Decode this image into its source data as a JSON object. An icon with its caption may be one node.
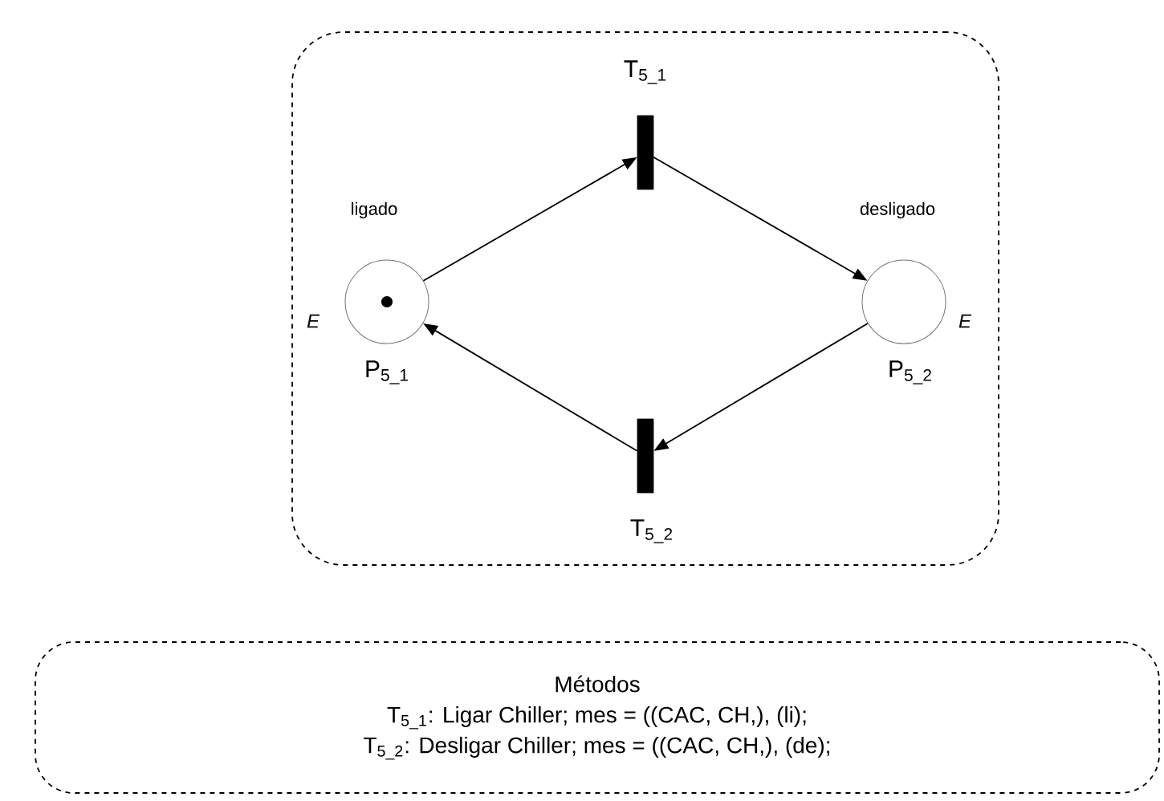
{
  "diagram": {
    "nodes": [
      {
        "text": [],
        "shape": "box"
      },
      {
        "text": [],
        "shape": "circle",
        "in": 0,
        "beside": [
          "ligado",
          "E",
          "P$_{5_1}$"
        ]
      },
      {
        "text": [],
        "shape": "bar",
        "in": 0,
        "beside": [
          "T$_{5_1}$"
        ]
      },
      {
        "text": [],
        "shape": "circle",
        "in": 0,
        "beside": [
          "desligado",
          "E",
          "P$_{5_2}$"
        ]
      },
      {
        "text": [],
        "shape": "bar",
        "in": 0,
        "beside": [
          "T$_{5_2}$"
        ]
      },
      {
        "text": [
          "Métodos",
          "T$_{5_1}$: Ligar Chiller; mes = ((CAC, CH,), (li);",
          "T$_{5_2}$: Desligar Chiller; mes = ((CAC, CH,), (de);"
        ]
      }
    ],
    "edges": [
      {
        "from": 1,
        "to": 2,
        "arrow": "to"
      },
      {
        "from": 2,
        "to": 3,
        "arrow": "to"
      },
      {
        "from": 3,
        "to": 4,
        "arrow": "to"
      },
      {
        "from": 4,
        "to": 1,
        "arrow": "to"
      }
    ]
  }
}
